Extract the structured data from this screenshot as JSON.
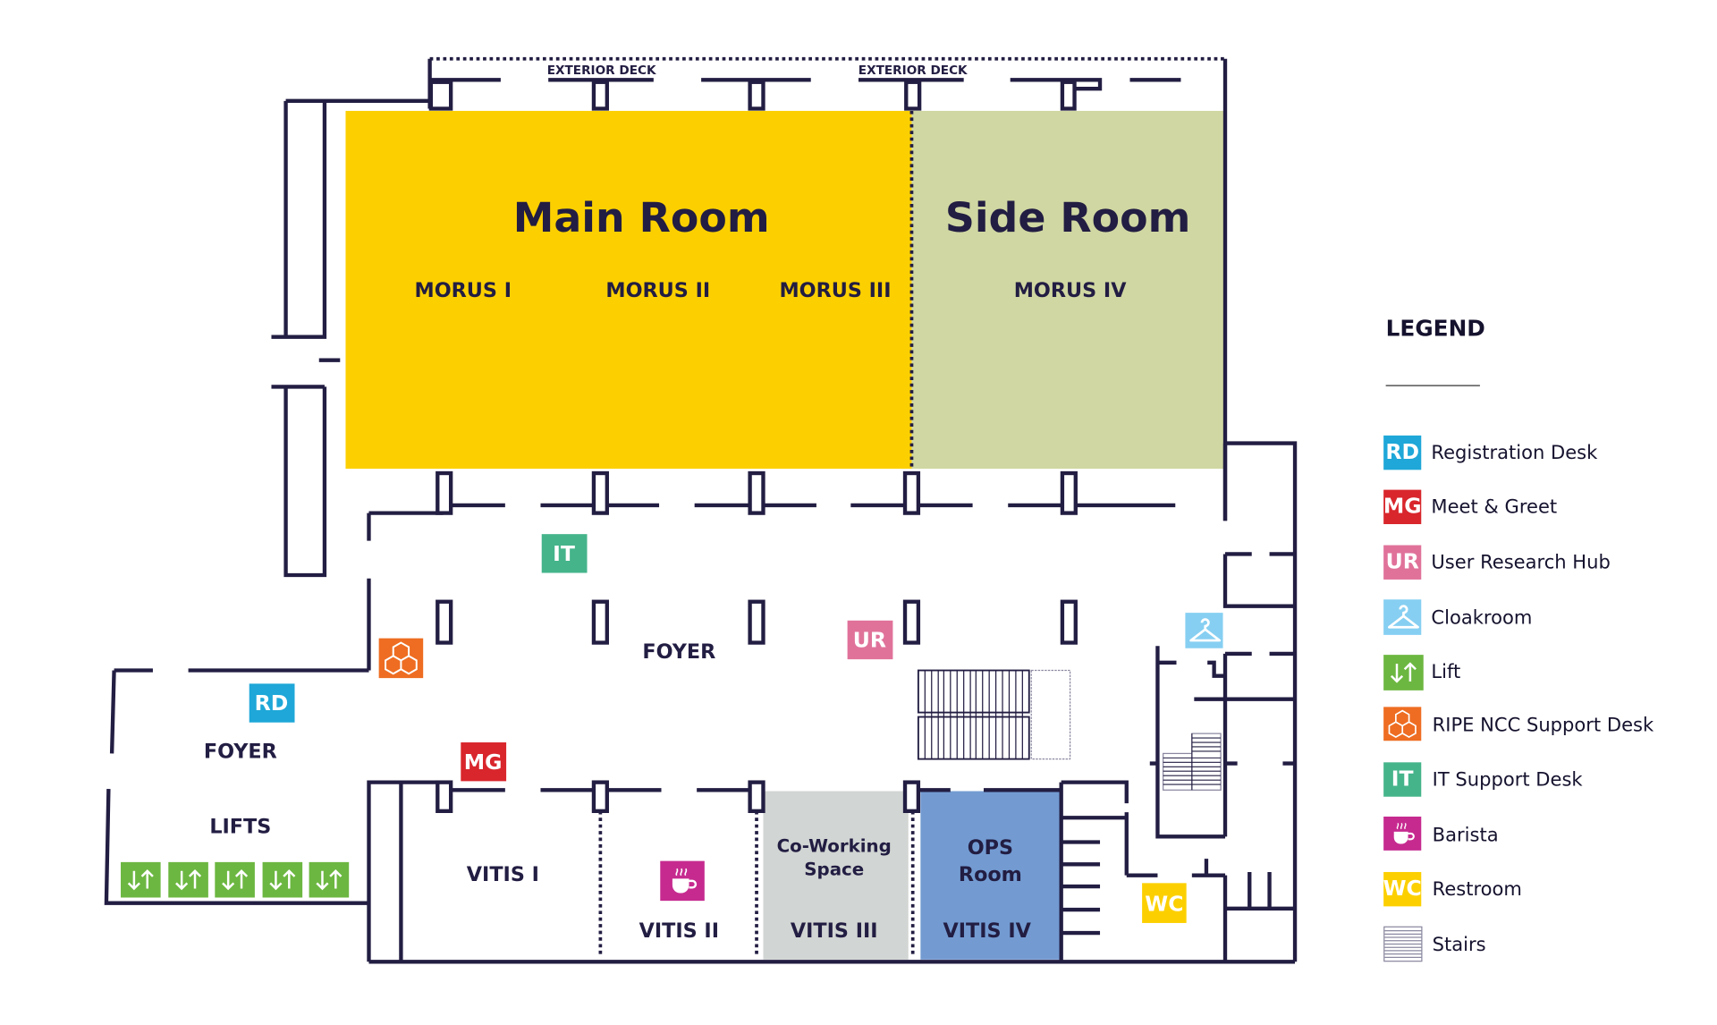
{
  "rooms": {
    "main_room": "Main Room",
    "side_room": "Side Room",
    "morus_1": "MORUS I",
    "morus_2": "MORUS II",
    "morus_3": "MORUS III",
    "morus_4": "MORUS IV",
    "exterior_deck_1": "EXTERIOR DECK",
    "exterior_deck_2": "EXTERIOR DECK",
    "foyer_main": "FOYER",
    "foyer_left": "FOYER",
    "lifts": "LIFTS",
    "vitis_1": "VITIS I",
    "vitis_2": "VITIS II",
    "vitis_3": "VITIS III",
    "vitis_4": "VITIS IV",
    "coworking_line1": "Co-Working",
    "coworking_line2": "Space",
    "ops_line1": "OPS",
    "ops_line2": "Room"
  },
  "markers": {
    "it": "IT",
    "ur": "UR",
    "rd": "RD",
    "mg": "MG",
    "wc": "WC"
  },
  "colors": {
    "main_room": "#fcd000",
    "side_room": "#d0d7a2",
    "coworking": "#d1d5d3",
    "ops_room": "#739bd2",
    "walls": "#221d42",
    "rd": "#1ea7d8",
    "mg": "#d8262c",
    "ur": "#e0729a",
    "cloak": "#86cff2",
    "lift": "#6cb741",
    "support": "#ee6d22",
    "it": "#45b48b",
    "barista": "#c62a8f",
    "wc": "#fcd000"
  },
  "legend": {
    "title": "LEGEND",
    "items": [
      {
        "code": "RD",
        "label": "Registration Desk",
        "icon": "rd-badge"
      },
      {
        "code": "MG",
        "label": "Meet & Greet",
        "icon": "mg-badge"
      },
      {
        "code": "UR",
        "label": "User Research Hub",
        "icon": "ur-badge"
      },
      {
        "code": "",
        "label": "Cloakroom",
        "icon": "hanger-icon"
      },
      {
        "code": "",
        "label": "Lift",
        "icon": "lift-arrows-icon"
      },
      {
        "code": "",
        "label": "RIPE NCC Support Desk",
        "icon": "cubes-icon"
      },
      {
        "code": "IT",
        "label": "IT Support Desk",
        "icon": "it-badge"
      },
      {
        "code": "",
        "label": "Barista",
        "icon": "coffee-cup-icon"
      },
      {
        "code": "WC",
        "label": "Restroom",
        "icon": "wc-badge"
      },
      {
        "code": "",
        "label": "Stairs",
        "icon": "stairs-icon"
      }
    ]
  }
}
